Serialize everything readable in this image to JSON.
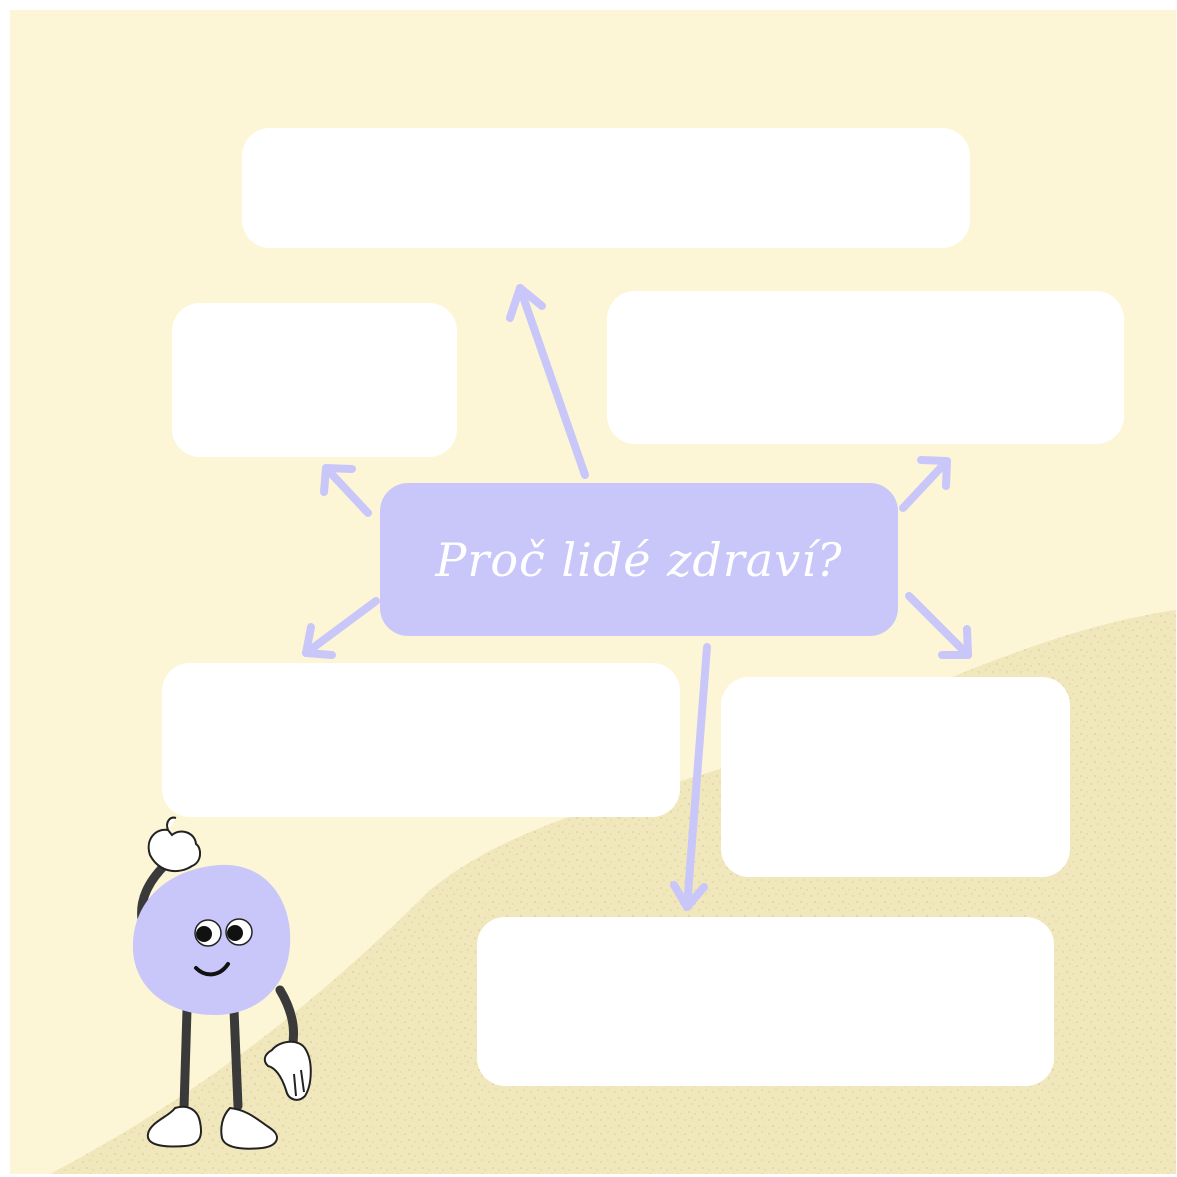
{
  "diagram": {
    "title": "Proč lidé zdraví?",
    "colors": {
      "background": "#fdf6d6",
      "hill": "#f1e7bc",
      "box": "#ffffff",
      "accent": "#c9c6fa",
      "arrow": "#c9c6fa"
    },
    "answer_boxes": [
      {
        "id": "top",
        "text": ""
      },
      {
        "id": "upper-left",
        "text": ""
      },
      {
        "id": "upper-right",
        "text": ""
      },
      {
        "id": "lower-left",
        "text": ""
      },
      {
        "id": "lower-right",
        "text": ""
      },
      {
        "id": "bottom",
        "text": ""
      }
    ],
    "mascot": "thinking-blob-character"
  }
}
